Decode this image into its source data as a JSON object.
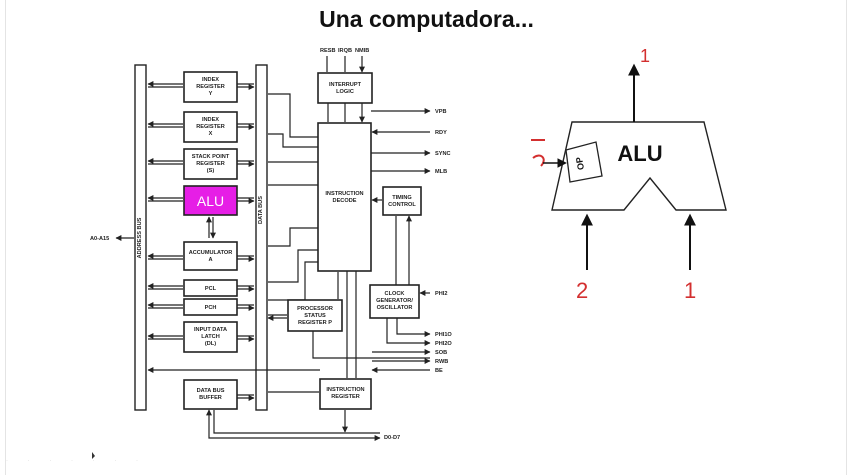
{
  "title": "Una computadora...",
  "block_diagram": {
    "blocks": {
      "index_y": [
        "INDEX",
        "REGISTER",
        "Y"
      ],
      "index_x": [
        "INDEX",
        "REGISTER",
        "X"
      ],
      "stack_pointer": [
        "STACK POINT",
        "REGISTER",
        "(S)"
      ],
      "alu": [
        "ALU"
      ],
      "accumulator": [
        "ACCUMULATOR",
        "A"
      ],
      "pcl": [
        "PCL"
      ],
      "pch": [
        "PCH"
      ],
      "input_latch": [
        "INPUT DATA",
        "LATCH",
        "(DL)"
      ],
      "data_bus_buffer": [
        "DATA BUS",
        "BUFFER"
      ],
      "interrupt_logic": [
        "INTERRUPT",
        "LOGIC"
      ],
      "instruction_decode": [
        "INSTRUCTION",
        "DECODE"
      ],
      "timing_control": [
        "TIMING",
        "CONTROL"
      ],
      "processor_status": [
        "PROCESSOR",
        "STATUS",
        "REGISTER P"
      ],
      "clock_generator": [
        "CLOCK",
        "GENERATOR/",
        "OSCILLATOR"
      ],
      "instruction_register": [
        "INSTRUCTION",
        "REGISTER"
      ]
    },
    "bus_labels": {
      "address_bus": "ADDRESS BUS",
      "data_bus": "DATA BUS"
    },
    "signals": {
      "top": [
        "RESB",
        "IRQB",
        "NMIB"
      ],
      "right": [
        "VPB",
        "RDY",
        "SYNC",
        "MLB"
      ],
      "clock": [
        "PHI2",
        "PHI1O",
        "PHI2O"
      ],
      "bottom_right": [
        "SOB",
        "RWB",
        "BE"
      ],
      "address_pins": "A0-A15",
      "data_pins": "D0-D7"
    },
    "alu_highlight_color": "#e61ee6"
  },
  "alu_sketch": {
    "title": "ALU",
    "op_label": "OP",
    "output_label": "1",
    "input_a_label": "2",
    "input_b_label": "1",
    "ink_color": "#d32f2f"
  }
}
